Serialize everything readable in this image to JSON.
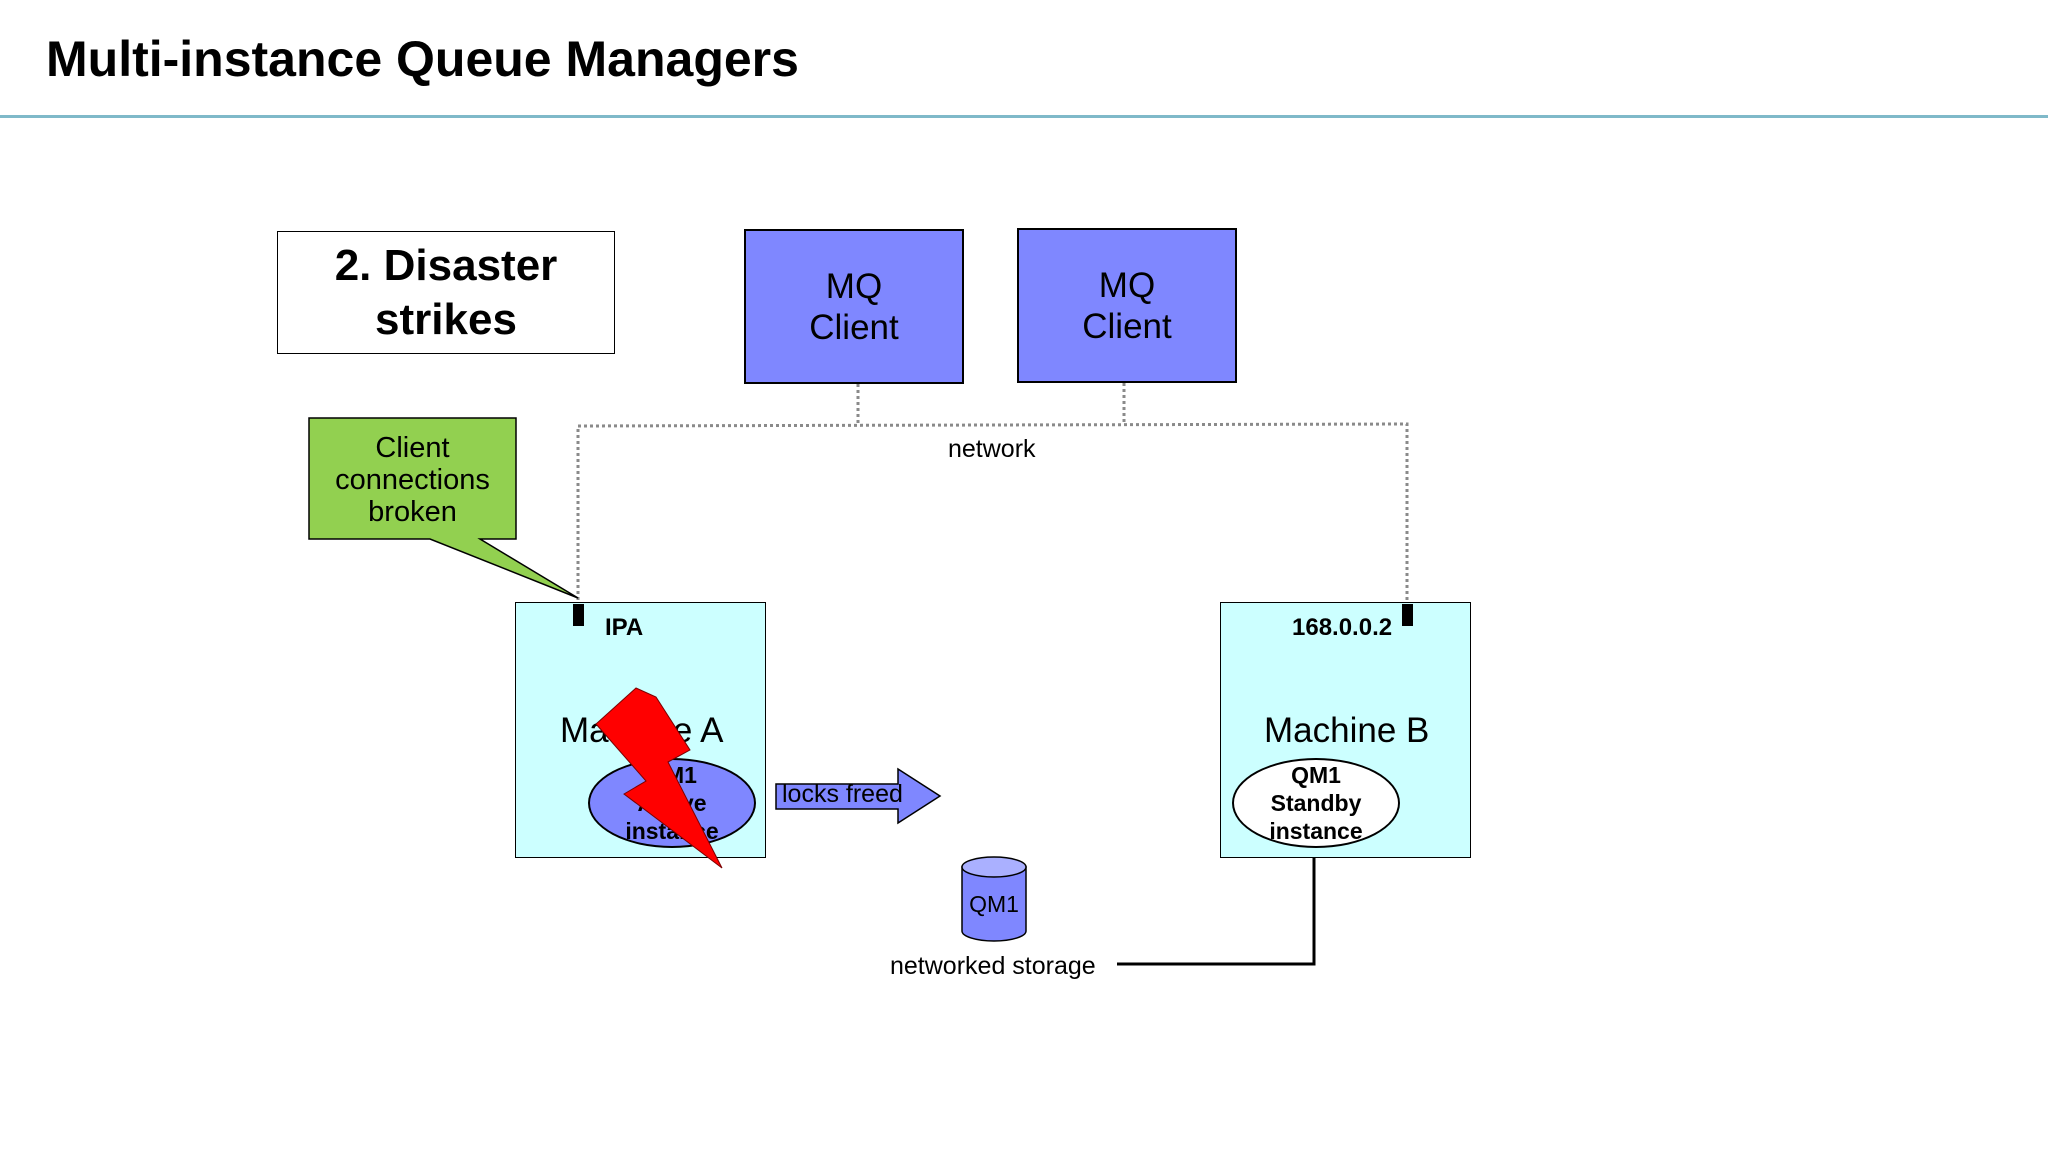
{
  "title": "Multi-instance Queue Managers",
  "step_label": "2. Disaster\nstrikes",
  "clients": [
    {
      "label": "MQ\nClient"
    },
    {
      "label": "MQ\nClient"
    }
  ],
  "network_label": "network",
  "callout": "Client\nconnections\nbroken",
  "machine_a": {
    "ip": "IPA",
    "name": "Machine A",
    "qm_label": "QM1\nActive\ninstance"
  },
  "machine_b": {
    "ip": "168.0.0.2",
    "name": "Machine B",
    "qm_label": "QM1\nStandby\ninstance"
  },
  "locks_label": "locks freed",
  "storage": {
    "qm_label": "QM1",
    "label": "networked storage"
  },
  "colors": {
    "client_fill": "#7f87ff",
    "machine_fill": "#ccffff",
    "callout_fill": "#92d050",
    "lightning_fill": "#ff0000",
    "title_rule": "#7fb9c9"
  },
  "icons": {
    "failure": "lightning-bolt-icon",
    "storage": "database-cylinder-icon"
  }
}
